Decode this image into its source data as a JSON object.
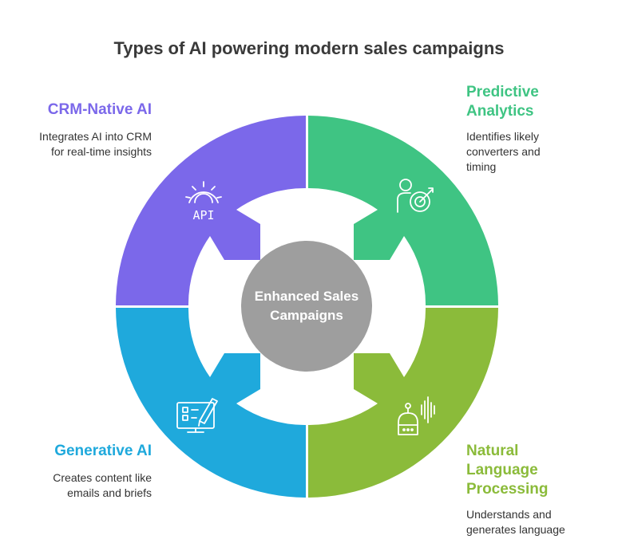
{
  "title": "Types of AI powering modern sales campaigns",
  "center": {
    "label": "Enhanced Sales Campaigns",
    "color": "#9e9e9e"
  },
  "segments": {
    "crm": {
      "label": "CRM-Native AI",
      "description": "Integrates AI into CRM for real-time insights",
      "color": "#7b68ea",
      "icon": "api-gear-icon"
    },
    "predictive": {
      "label": "Predictive Analytics",
      "description": "Identifies likely converters and timing",
      "color": "#3fc483",
      "icon": "person-target-icon"
    },
    "generative": {
      "label": "Generative AI",
      "description": "Creates content like emails and briefs",
      "color": "#1fa9dc",
      "icon": "screen-pen-icon"
    },
    "nlp": {
      "label": "Natural Language Processing",
      "description": "Understands and generates language",
      "color": "#8bbb3a",
      "icon": "robot-voice-icon"
    }
  }
}
